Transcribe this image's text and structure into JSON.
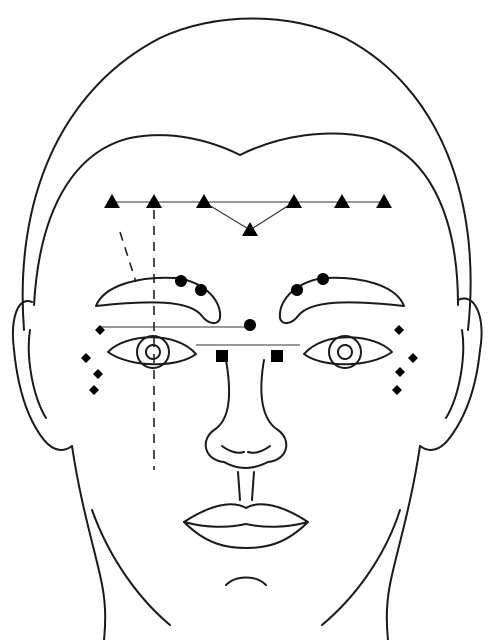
{
  "figure": {
    "colors": {
      "ink": "#000000",
      "outline": "#1a1a1a",
      "guide": "#333333",
      "background": "#ffffff"
    },
    "marker_sets": [
      {
        "shape": "triangle",
        "count": 7
      },
      {
        "shape": "circle",
        "count": 5
      },
      {
        "shape": "square",
        "count": 2
      },
      {
        "shape": "diamond",
        "count": 8
      }
    ]
  }
}
